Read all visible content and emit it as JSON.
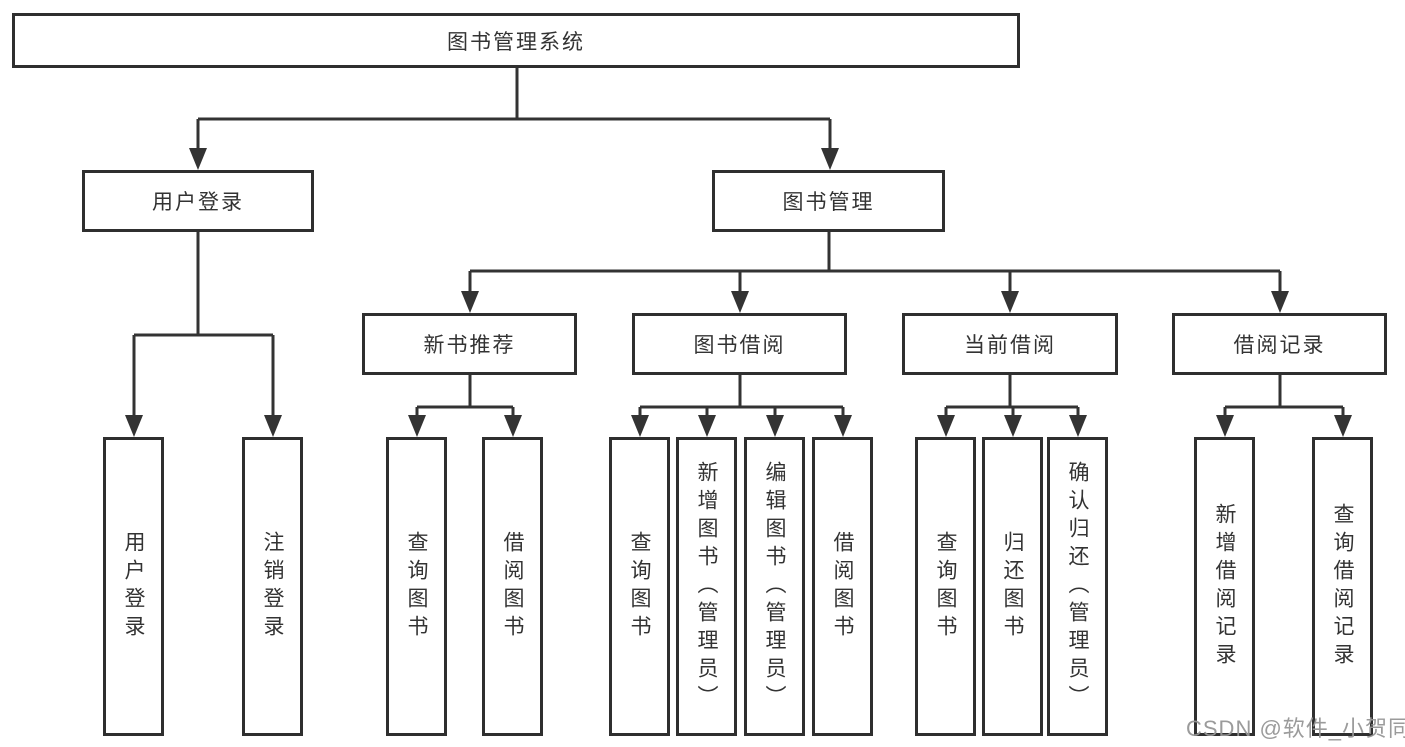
{
  "tree": {
    "root": "图书管理系统",
    "user_login": {
      "label": "用户登录",
      "children": [
        "用户登录",
        "注销登录"
      ]
    },
    "book_management": {
      "label": "图书管理",
      "new_book": {
        "label": "新书推荐",
        "children": [
          "查询图书",
          "借阅图书"
        ]
      },
      "borrowing": {
        "label": "图书借阅",
        "children": [
          "查询图书",
          "新增图书（管理员）",
          "编辑图书（管理员）",
          "借阅图书"
        ]
      },
      "current": {
        "label": "当前借阅",
        "children": [
          "查询图书",
          "归还图书",
          "确认归还（管理员）"
        ]
      },
      "records": {
        "label": "借阅记录",
        "children": [
          "新增借阅记录",
          "查询借阅记录"
        ]
      }
    }
  },
  "watermark": {
    "text": "CSDN @软件_小贺同学"
  },
  "colors": {
    "line": "#333333",
    "box_border": "#2f2f2f",
    "text": "#333333",
    "watermark_gray": "#969696",
    "background": "#ffffff"
  }
}
